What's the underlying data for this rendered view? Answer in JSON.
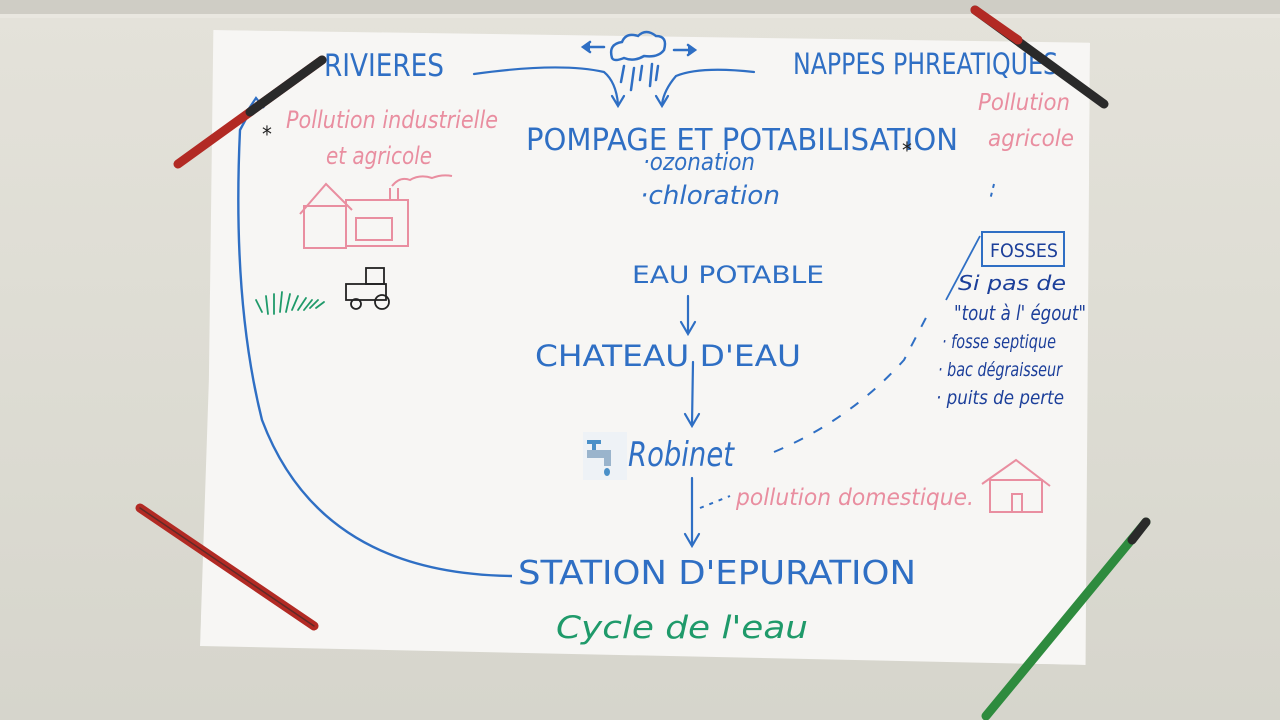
{
  "title": "Cycle de l'eau",
  "sources": {
    "rivers": "RIVIERES",
    "groundwater": "NAPPES PHREATIQUES"
  },
  "treatment": {
    "heading": "POMPAGE ET POTABILISATION",
    "steps": [
      "·ozonation",
      "·chloration"
    ]
  },
  "flow": {
    "drinking_water": "EAU POTABLE",
    "water_tower": "CHATEAU D'EAU",
    "tap": "Robinet",
    "treatment_plant": "STATION D'EPURATION"
  },
  "pollution": {
    "industrial_line1": "Pollution industrielle",
    "industrial_line2": "et agricole",
    "agricultural_line1": "Pollution",
    "agricultural_line2": "agricole",
    "domestic": "pollution domestique."
  },
  "fosses": {
    "heading": "FOSSES",
    "lines": [
      "Si pas de",
      "\"tout à l' égout\"",
      "· fosse septique",
      "· bac dégraisseur",
      "· puits de perte"
    ]
  },
  "icons": [
    "cloud-rain-icon",
    "factory-icon",
    "tractor-icon",
    "grass-icon",
    "house-icon",
    "faucet-icon",
    "pin-icon"
  ],
  "colors": {
    "blue_marker": "#2f6fc4",
    "pink_marker": "#e98ea0",
    "green_marker": "#1f9a6a",
    "red_magnet": "#c0392b",
    "green_magnet": "#2e8b3e"
  }
}
